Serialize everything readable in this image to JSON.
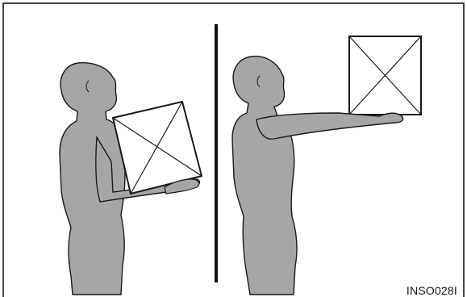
{
  "figure": {
    "code": "INSO028I",
    "colors": {
      "figure_fill": "#a6a6a6",
      "outline": "#1a1a1a",
      "background": "#ffffff"
    },
    "panels": [
      {
        "name": "left-panel",
        "icon": "person-holding-box-close-icon"
      },
      {
        "name": "right-panel",
        "icon": "person-holding-box-arms-extended-icon"
      }
    ]
  }
}
